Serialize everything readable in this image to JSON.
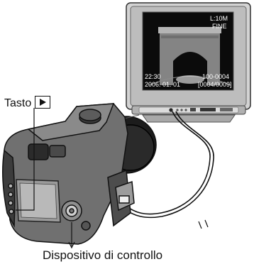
{
  "labels": {
    "play_button": "Tasto",
    "control_device": "Dispositivo di controllo"
  },
  "tv_screen": {
    "quality_size": "L:10M",
    "quality": "FINE",
    "time": "22:30",
    "date": "2006. 01. 01",
    "folder_file": "100-0004",
    "counter": "[0004/0009]"
  },
  "icons": [
    "play-icon",
    "tv-icon",
    "camera-icon",
    "cable-icon"
  ],
  "colors": {
    "background": "#ffffff",
    "line": "#111111",
    "screen": "#0b0b0b",
    "tv_frame": "#c9c9c9"
  }
}
